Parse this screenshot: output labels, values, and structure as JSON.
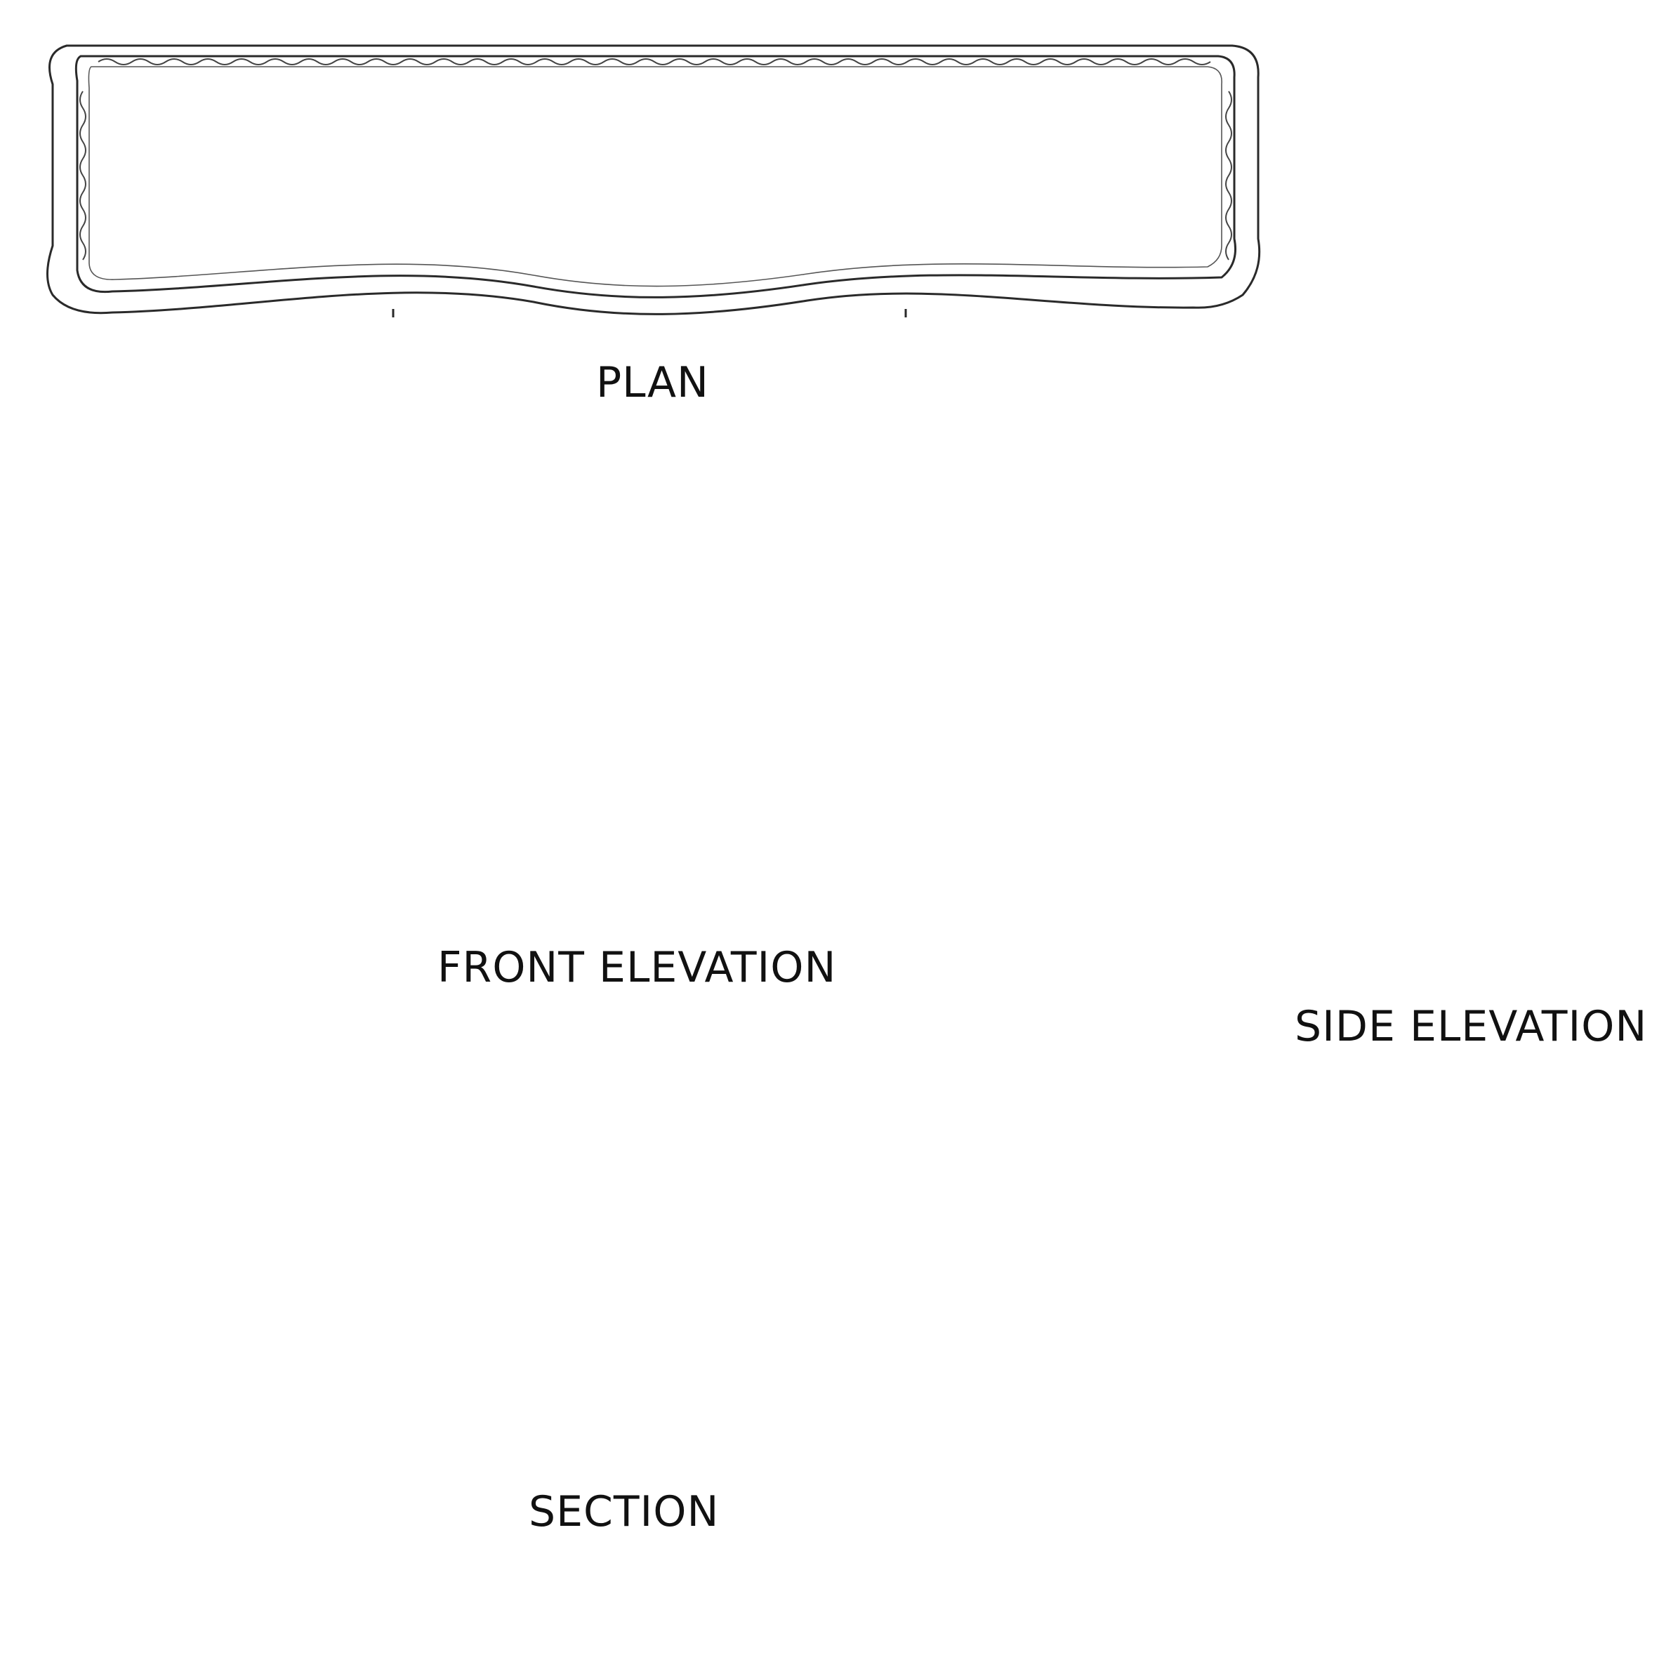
{
  "labels": {
    "plan": "PLAN",
    "front_elevation": "FRONT ELEVATION",
    "side_elevation": "SIDE ELEVATION",
    "section": "SECTION"
  },
  "colors": {
    "line": "#2a2a2a",
    "background": "#ffffff",
    "text": "#111111"
  }
}
